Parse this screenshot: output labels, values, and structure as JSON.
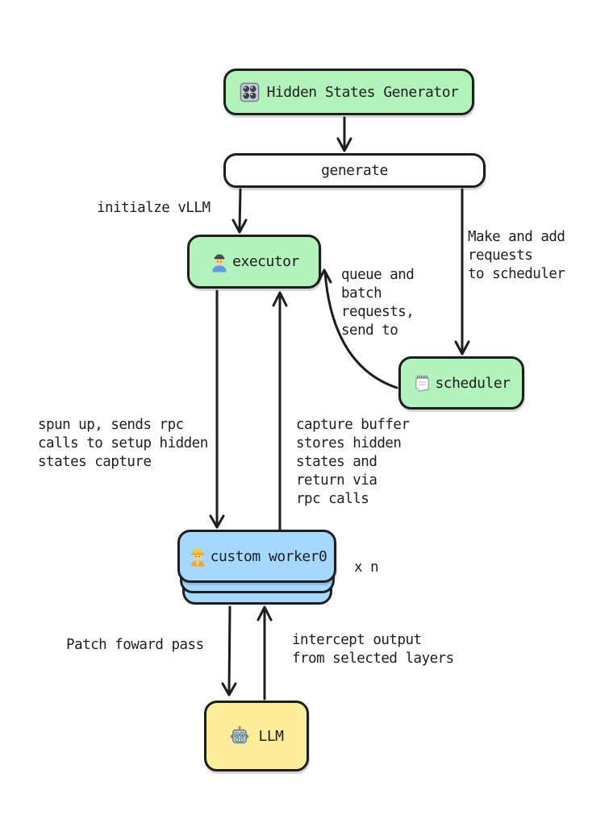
{
  "diagram": {
    "background_color": "#ffffff",
    "stroke_color": "#1e1e1e",
    "node_colors": {
      "green": "#b2f2bb",
      "blue": "#a5d8ff",
      "yellow": "#ffec99",
      "white": "#ffffff"
    },
    "nodes": {
      "generator": {
        "label": "Hidden States Generator",
        "icon": "control-knobs",
        "fill": "#b2f2bb"
      },
      "generate": {
        "label": "generate",
        "fill": "#ffffff"
      },
      "executor": {
        "label": "executor",
        "icon": "man-factory-worker",
        "fill": "#b2f2bb"
      },
      "scheduler": {
        "label": "scheduler",
        "icon": "spiral-notepad",
        "fill": "#b2f2bb"
      },
      "custom_worker": {
        "label": "custom worker0",
        "icon": "construction-worker",
        "fill": "#a5d8ff",
        "multiplicity": "x n"
      },
      "llm": {
        "label": "LLM",
        "icon": "robot",
        "fill": "#ffec99"
      }
    },
    "edge_labels": {
      "initialize": "initialze vLLM",
      "make_requests": "Make and add\nrequests\nto scheduler",
      "queue_batch": "queue and\nbatch\nrequests,\nsend to",
      "spun_up": "spun up, sends rpc\ncalls to setup hidden\nstates capture",
      "capture_buffer": "capture buffer\nstores hidden\nstates and\nreturn via\nrpc calls",
      "patch_forward": "Patch foward pass",
      "intercept": "intercept output\nfrom selected layers"
    }
  }
}
